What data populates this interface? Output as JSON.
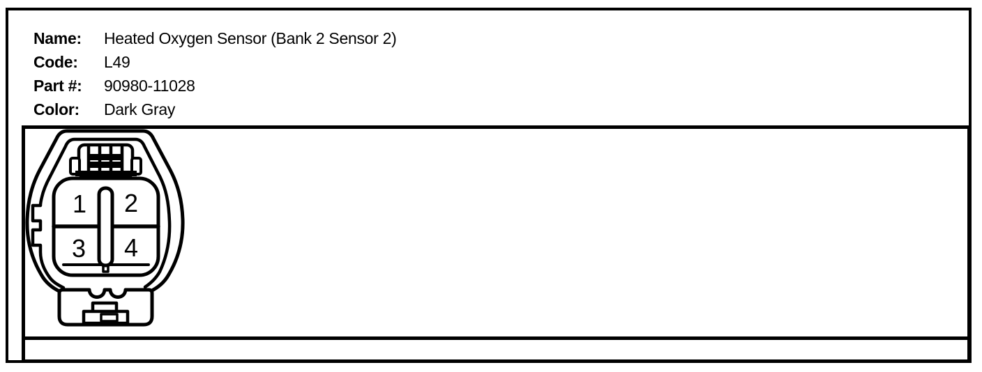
{
  "header": {
    "fields": [
      {
        "label": "Name:",
        "value": "Heated Oxygen Sensor (Bank 2 Sensor 2)"
      },
      {
        "label": "Code:",
        "value": "L49"
      },
      {
        "label": "Part #:",
        "value": "90980-11028"
      },
      {
        "label": "Color:",
        "value": "Dark Gray"
      }
    ]
  },
  "connector": {
    "description": "4-pin connector face view, front of female terminal housing",
    "pins": [
      "1",
      "2",
      "3",
      "4"
    ]
  },
  "colors": {
    "ink": "#000000",
    "paper": "#ffffff"
  }
}
